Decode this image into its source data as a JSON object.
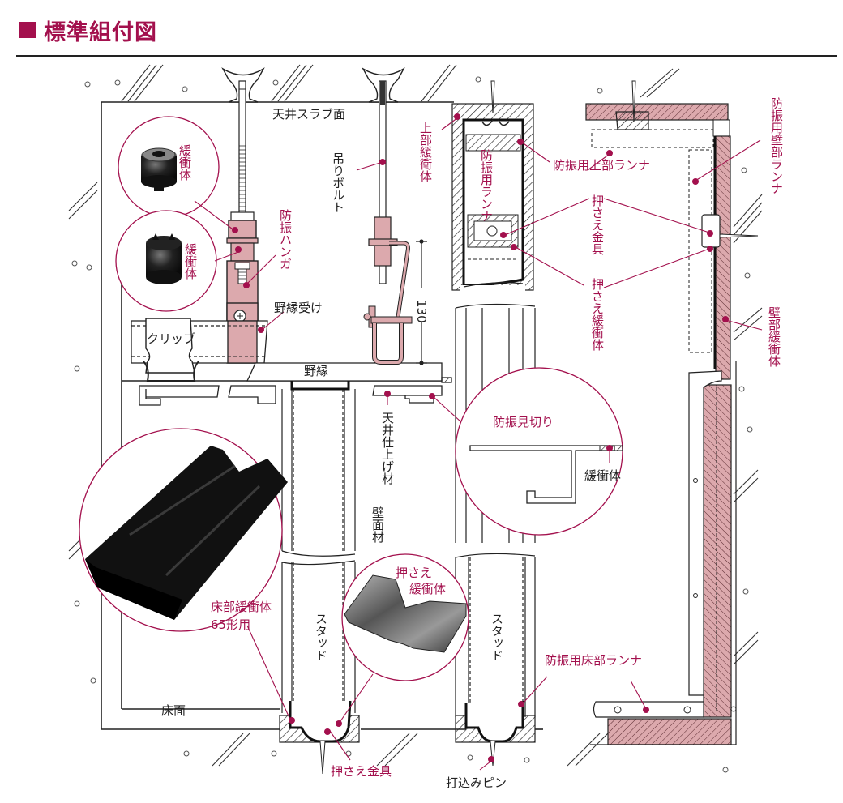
{
  "title": "標準組付図",
  "colors": {
    "accent": "#a3104d",
    "pink_fill": "#dca9ad",
    "line": "#222222"
  },
  "labels": {
    "ceiling_slab": "天井スラブ面",
    "cushion_top_photo": "緩衝体",
    "cushion_bottom_photo": "緩衝体",
    "hanger": "防振ハンガ",
    "hanging_bolt": "吊りボルト",
    "furring_receiver": "野縁受け",
    "clip": "クリップ",
    "furring": "野縁",
    "dimension_130": "130",
    "upper_cushion": "上部緩衝体",
    "vibration_runner": "防振用ランナ",
    "upper_runner": "防振用上部ランナ",
    "wall_runner": "防振用壁部ランナ",
    "press_fitting_top": "押さえ金具",
    "press_cushion_top": "押さえ緩衝体",
    "wall_cushion": "壁部緩衝体",
    "ceiling_finish": "天井仕上げ材",
    "wall_material": "壁面材",
    "edge_trim": "防振見切り",
    "edge_trim_cushion": "緩衝体",
    "floor_cushion": "床部緩衝体",
    "floor_cushion_type": "65形用",
    "press_cushion_photo": "押さえ緩衝体",
    "press_cushion_photo_line1": "押さえ",
    "press_cushion_photo_line2": "緩衝体",
    "stud_left": "スタッド",
    "stud_right": "スタッド",
    "floor_runner": "防振用床部ランナ",
    "floor_surface": "床面",
    "press_fitting_bottom": "押さえ金具",
    "drive_pin": "打込みピン"
  }
}
